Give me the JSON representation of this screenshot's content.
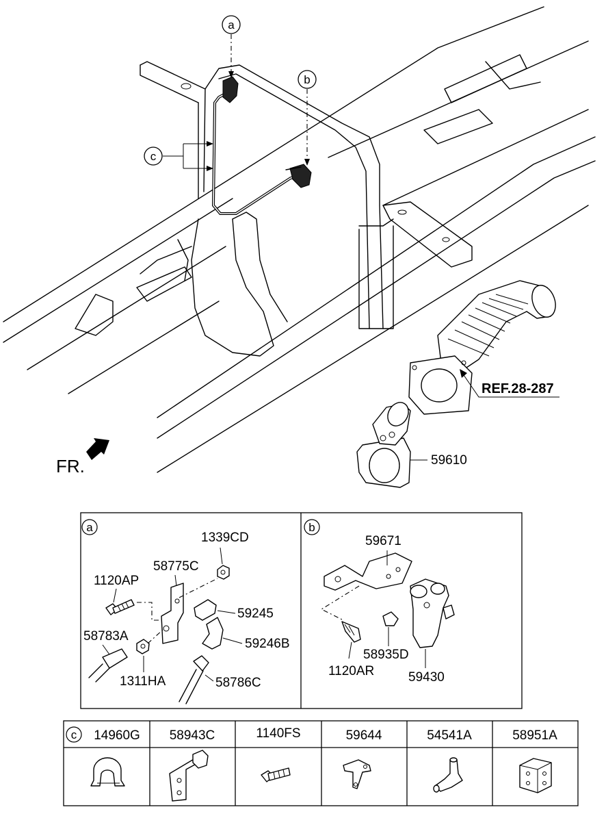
{
  "callouts": {
    "a": "a",
    "b": "b",
    "c": "c"
  },
  "main": {
    "ref_label": "REF.28-287",
    "front_label": "FR.",
    "part_59610": "59610"
  },
  "panel_a": {
    "letter": "a",
    "labels": {
      "p1339CD": "1339CD",
      "p58775C": "58775C",
      "p1120AP": "1120AP",
      "p59245": "59245",
      "p58783A": "58783A",
      "p59246B": "59246B",
      "p1311HA": "1311HA",
      "p58786C": "58786C"
    }
  },
  "panel_b": {
    "letter": "b",
    "labels": {
      "p59671": "59671",
      "p58935D": "58935D",
      "p1120AR": "1120AR",
      "p59430": "59430"
    }
  },
  "table_c": {
    "letter": "c",
    "columns": [
      "14960G",
      "58943C",
      "1140FS",
      "59644",
      "54541A",
      "58951A"
    ]
  }
}
